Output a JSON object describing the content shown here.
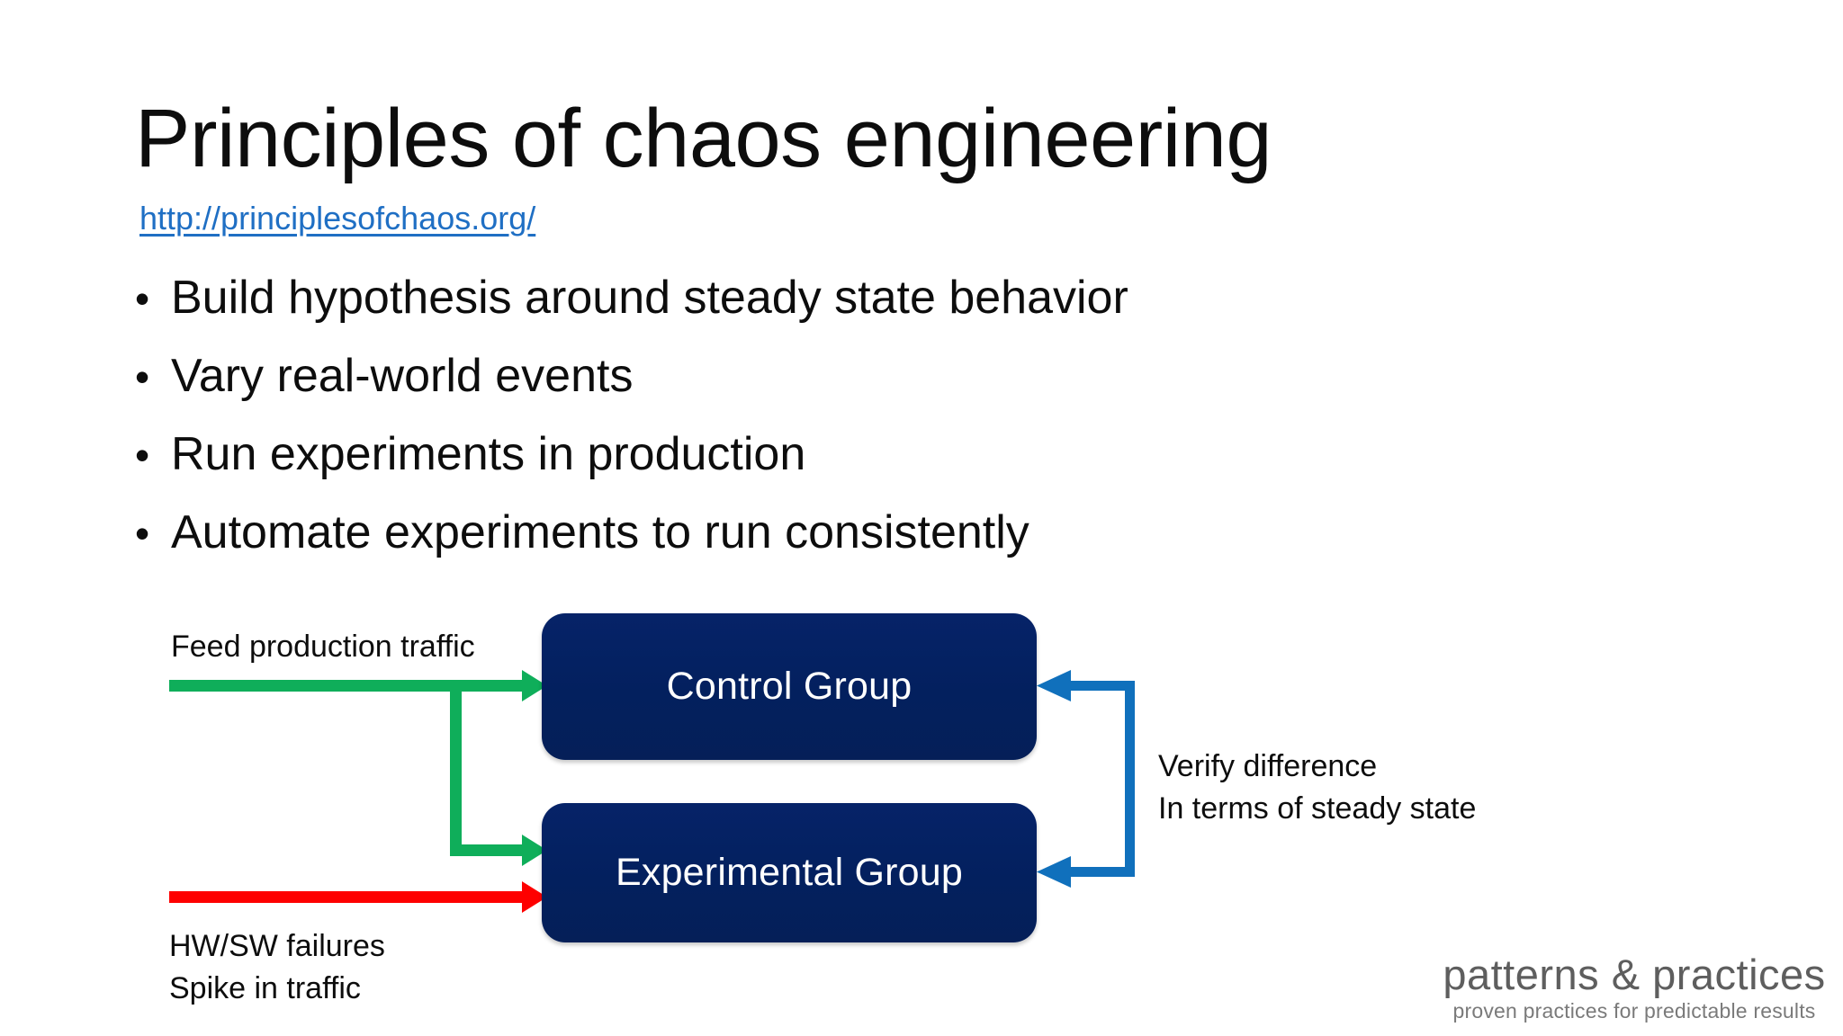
{
  "slide": {
    "title": "Principles of chaos engineering",
    "link": {
      "text": "http://principlesofchaos.org/",
      "color": "#1f6fc4"
    },
    "bullets": [
      {
        "marker": "•",
        "text": "Build hypothesis around steady state behavior"
      },
      {
        "marker": "•",
        "text": "Vary real-world events"
      },
      {
        "marker": "•",
        "text": "Run experiments in production"
      },
      {
        "marker": "•",
        "text": "Automate experiments to run consistently"
      }
    ]
  },
  "diagram": {
    "boxes": [
      {
        "id": "control",
        "label": "Control Group",
        "fill": "#042060",
        "text_color": "#ffffff"
      },
      {
        "id": "experimental",
        "label": "Experimental Group",
        "fill": "#042060",
        "text_color": "#ffffff"
      }
    ],
    "labels": {
      "feed": "Feed production traffic",
      "failures": "HW/SW failures\nSpike in traffic",
      "verify": "Verify difference\nIn terms of steady state"
    },
    "connector_colors": {
      "feed_arrow": "#0fae5a",
      "failure_arrow": "#fe0000",
      "verify_arrow": "#1070bc"
    }
  },
  "logo": {
    "name": "patterns & practices",
    "tagline": "proven practices for predictable results"
  }
}
